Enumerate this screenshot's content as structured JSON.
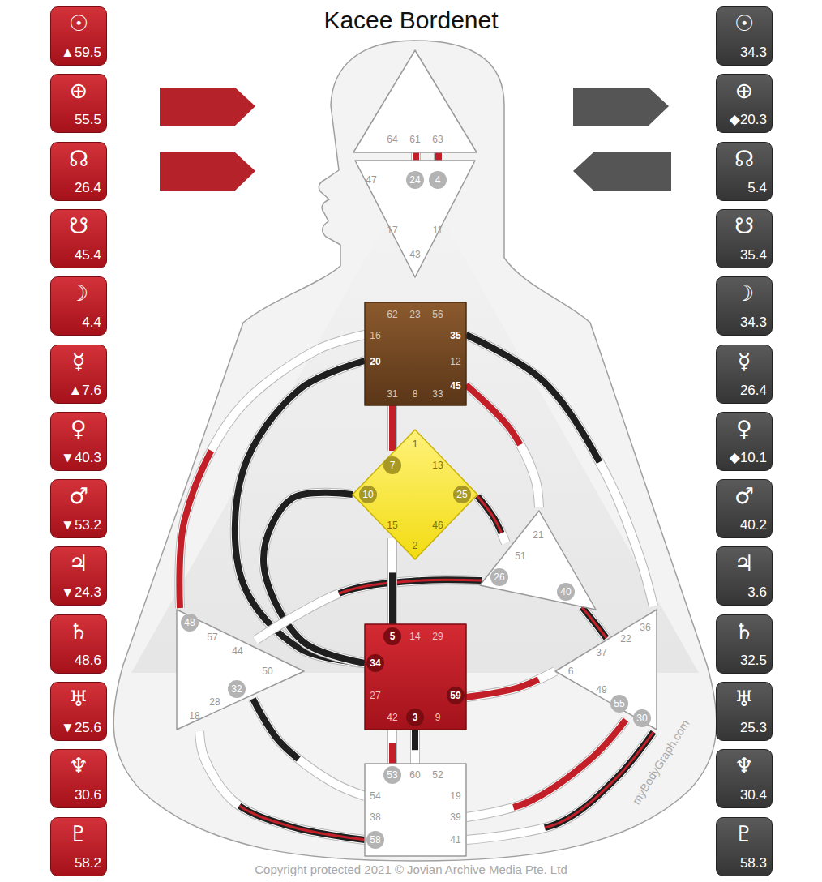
{
  "diagram": {
    "title": "Kacee Bordenet",
    "nodes": [
      {
        "text": [
          "☉",
          "▲59.5"
        ]
      },
      {
        "text": [
          "⊕",
          "55.5"
        ]
      },
      {
        "text": [
          "☊",
          "26.4"
        ]
      },
      {
        "text": [
          "☋",
          "45.4"
        ]
      },
      {
        "text": [
          "☽",
          "4.4"
        ]
      },
      {
        "text": [
          "☿",
          "▲7.6"
        ]
      },
      {
        "text": [
          "♀",
          "▼40.3"
        ]
      },
      {
        "text": [
          "♂",
          "▼53.2"
        ]
      },
      {
        "text": [
          "♃",
          "▼24.3"
        ]
      },
      {
        "text": [
          "♄",
          "48.6"
        ]
      },
      {
        "text": [
          "♅",
          "▼25.6"
        ]
      },
      {
        "text": [
          "♆",
          "30.6"
        ]
      },
      {
        "text": [
          "♇",
          "58.2"
        ]
      },
      {
        "text": [
          "☉",
          "34.3"
        ]
      },
      {
        "text": [
          "⊕",
          "◆20.3"
        ]
      },
      {
        "text": [
          "☊",
          "5.4"
        ]
      },
      {
        "text": [
          "☋",
          "35.4"
        ]
      },
      {
        "text": [
          "☽",
          "34.3"
        ]
      },
      {
        "text": [
          "☿",
          "26.4"
        ]
      },
      {
        "text": [
          "♀",
          "◆10.1"
        ]
      },
      {
        "text": [
          "♂",
          "40.2"
        ]
      },
      {
        "text": [
          "♃",
          "3.6"
        ]
      },
      {
        "text": [
          "♄",
          "32.5"
        ]
      },
      {
        "text": [
          "♅",
          "25.3"
        ]
      },
      {
        "text": [
          "♆",
          "30.4"
        ]
      },
      {
        "text": [
          "♇",
          "58.3"
        ]
      },
      {
        "text": [
          "64",
          "61",
          "63"
        ]
      },
      {
        "text": [
          "47",
          "24",
          "4",
          "17",
          "11",
          "43"
        ]
      },
      {
        "text": [
          "62",
          "23",
          "56",
          "16",
          "35",
          "20",
          "12",
          "45",
          "31",
          "8",
          "33"
        ]
      },
      {
        "text": [
          "1",
          "7",
          "13",
          "10",
          "25",
          "15",
          "46",
          "2"
        ]
      },
      {
        "text": [
          "21",
          "51",
          "26",
          "40"
        ]
      },
      {
        "text": [
          "48",
          "57",
          "44",
          "50",
          "32",
          "28",
          "18"
        ]
      },
      {
        "text": [
          "5",
          "14",
          "29",
          "34",
          "27",
          "59",
          "42",
          "3",
          "9"
        ]
      },
      {
        "text": [
          "36",
          "22",
          "37",
          "6",
          "49",
          "55",
          "30"
        ]
      },
      {
        "text": [
          "53",
          "60",
          "52",
          "54",
          "19",
          "38",
          "39",
          "58",
          "41"
        ]
      }
    ],
    "edges": [
      {
        "from": 26,
        "to": 27,
        "arrow": "none"
      },
      {
        "from": 26,
        "to": 27,
        "arrow": "none"
      },
      {
        "from": 28,
        "to": 29,
        "arrow": "none"
      },
      {
        "from": 28,
        "to": 32,
        "arrow": "none"
      },
      {
        "from": 29,
        "to": 32,
        "arrow": "none"
      },
      {
        "from": 28,
        "to": 33,
        "arrow": "none"
      },
      {
        "from": 28,
        "to": 30,
        "arrow": "none"
      },
      {
        "from": 29,
        "to": 30,
        "arrow": "none"
      },
      {
        "from": 30,
        "to": 31,
        "arrow": "none"
      },
      {
        "from": 30,
        "to": 33,
        "arrow": "none"
      },
      {
        "from": 31,
        "to": 28,
        "arrow": "none"
      },
      {
        "from": 32,
        "to": 33,
        "arrow": "none"
      },
      {
        "from": 32,
        "to": 29,
        "arrow": "none"
      },
      {
        "from": 31,
        "to": 34,
        "arrow": "none"
      },
      {
        "from": 34,
        "to": 31,
        "arrow": "none"
      },
      {
        "from": 34,
        "to": 32,
        "arrow": "none"
      },
      {
        "from": 32,
        "to": 34,
        "arrow": "none"
      },
      {
        "from": 33,
        "to": 34,
        "arrow": "none"
      },
      {
        "from": 33,
        "to": 34,
        "arrow": "none"
      }
    ],
    "labels": [
      "Copyright protected 2021 © Jovian Archive Media Pte. Ltd",
      "myBodyGraph.com"
    ]
  }
}
